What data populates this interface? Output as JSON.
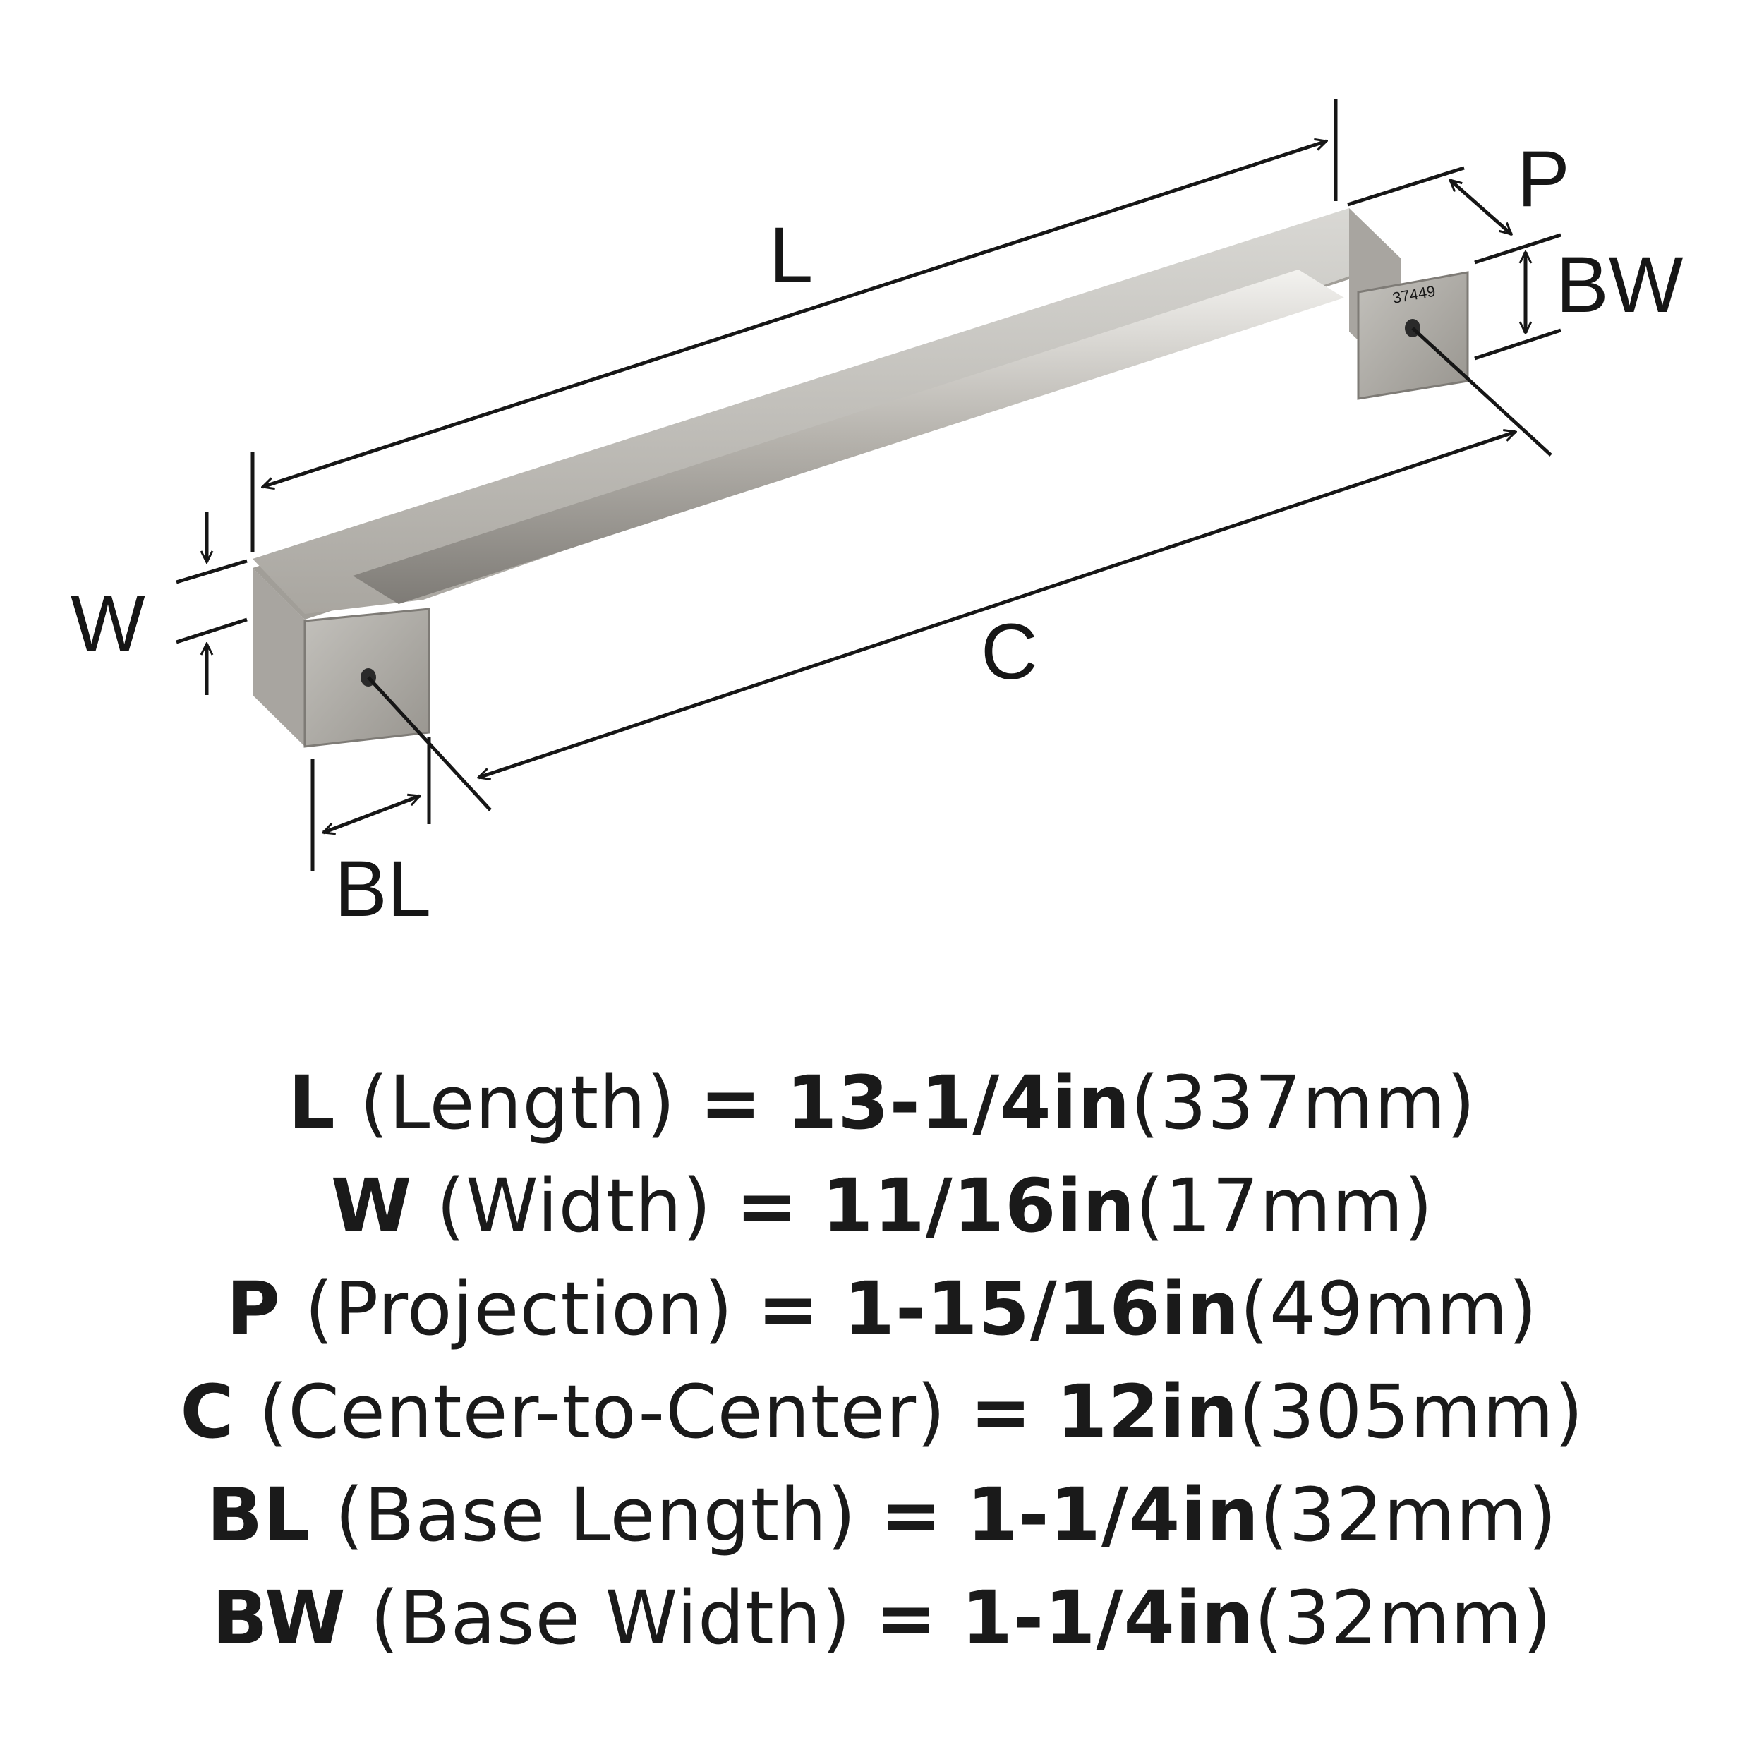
{
  "diagram": {
    "labels": {
      "L": "L",
      "W": "W",
      "P": "P",
      "BW": "BW",
      "C": "C",
      "BL": "BL"
    },
    "part_number": "37449",
    "colors": {
      "ink": "#161616",
      "metal": "#b9b7b2",
      "metal_dark": "#8d8a85"
    }
  },
  "specs": [
    {
      "key": "L",
      "name": "(Length)",
      "eq": "=",
      "imperial": "13-1/4in",
      "metric": "(337mm)"
    },
    {
      "key": "W",
      "name": "(Width)",
      "eq": "=",
      "imperial": "11/16in",
      "metric": "(17mm)"
    },
    {
      "key": "P",
      "name": "(Projection)",
      "eq": "=",
      "imperial": "1-15/16in",
      "metric": "(49mm)"
    },
    {
      "key": "C",
      "name": "(Center-to-Center)",
      "eq": "=",
      "imperial": "12in",
      "metric": "(305mm)"
    },
    {
      "key": "BL",
      "name": "(Base Length)",
      "eq": "=",
      "imperial": "1-1/4in",
      "metric": "(32mm)"
    },
    {
      "key": "BW",
      "name": "(Base Width)",
      "eq": "=",
      "imperial": "1-1/4in",
      "metric": "(32mm)"
    }
  ]
}
